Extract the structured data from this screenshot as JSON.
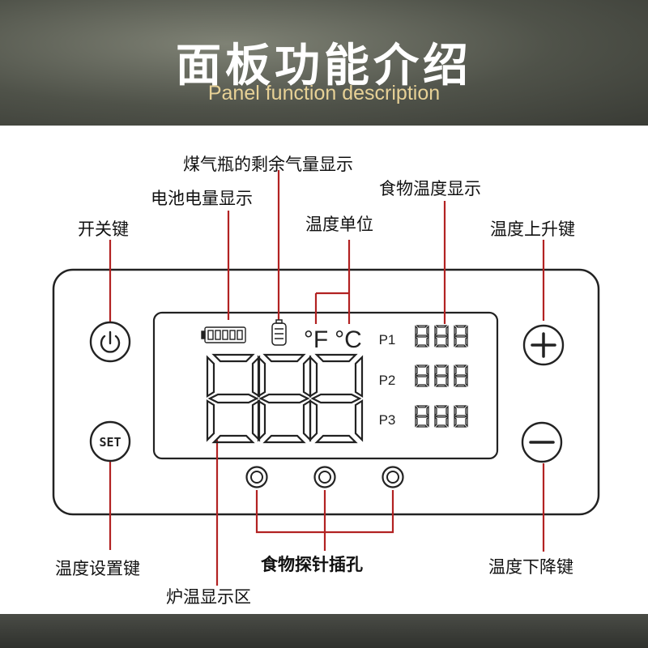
{
  "header": {
    "title": "面板功能介绍",
    "subtitle": "Panel function description"
  },
  "callouts": {
    "gas_level": "煤气瓶的剩余气量显示",
    "food_temp": "食物温度显示",
    "battery": "电池电量显示",
    "temp_unit": "温度单位",
    "power": "开关键",
    "temp_up": "温度上升键",
    "set_temp": "温度设置键",
    "probe_holes": "食物探针插孔",
    "temp_down": "温度下降键",
    "oven_temp": "炉温显示区"
  },
  "display": {
    "unit_f": "°F",
    "unit_c": "°C",
    "probes": [
      "P1",
      "P2",
      "P3"
    ],
    "set_button": "SET"
  },
  "colors": {
    "leader_line": "#b22222",
    "outline": "#222222",
    "subtitle": "#e7d196"
  },
  "icons": {
    "power": "power-icon",
    "plus": "plus-icon",
    "minus": "minus-icon",
    "battery": "battery-icon",
    "gas": "gas-cylinder-icon"
  }
}
